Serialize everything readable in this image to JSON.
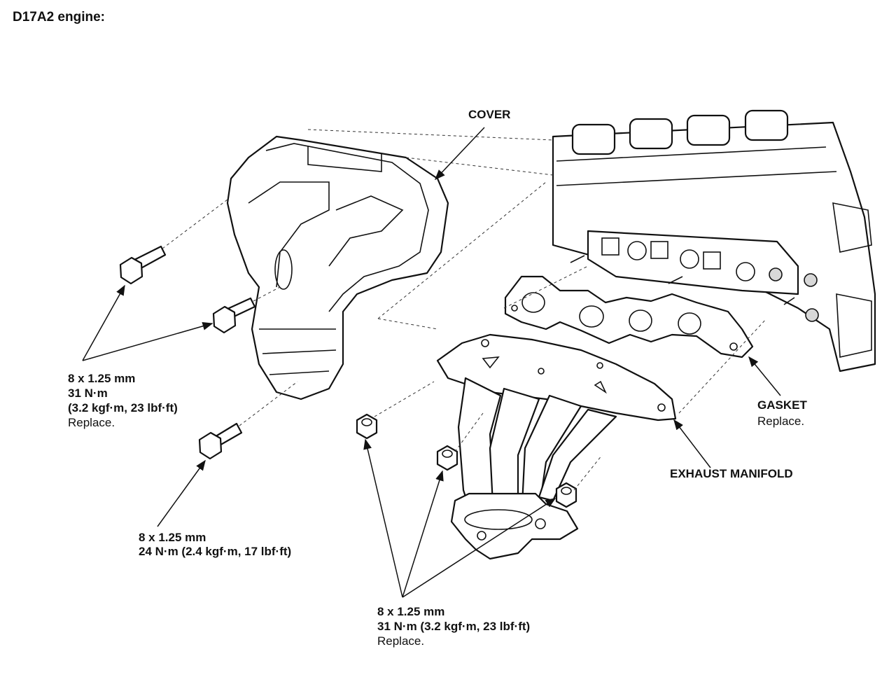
{
  "title": "D17A2 engine:",
  "labels": {
    "cover": "COVER",
    "gasket": {
      "name": "GASKET",
      "note": "Replace."
    },
    "exhaust_manifold": "EXHAUST MANIFOLD"
  },
  "specs": {
    "cover_bolts": {
      "size": "8 x 1.25 mm",
      "torque": "31 N·m",
      "torque_alt": "(3.2 kgf·m, 23 lbf·ft)",
      "note": "Replace."
    },
    "lower_bolt": {
      "size": "8 x 1.25 mm",
      "torque": "24 N·m (2.4 kgf·m, 17 lbf·ft)"
    },
    "manifold_nuts": {
      "size": "8 x 1.25 mm",
      "torque": "31 N·m (3.2 kgf·m, 23 lbf·ft)",
      "note": "Replace."
    }
  }
}
